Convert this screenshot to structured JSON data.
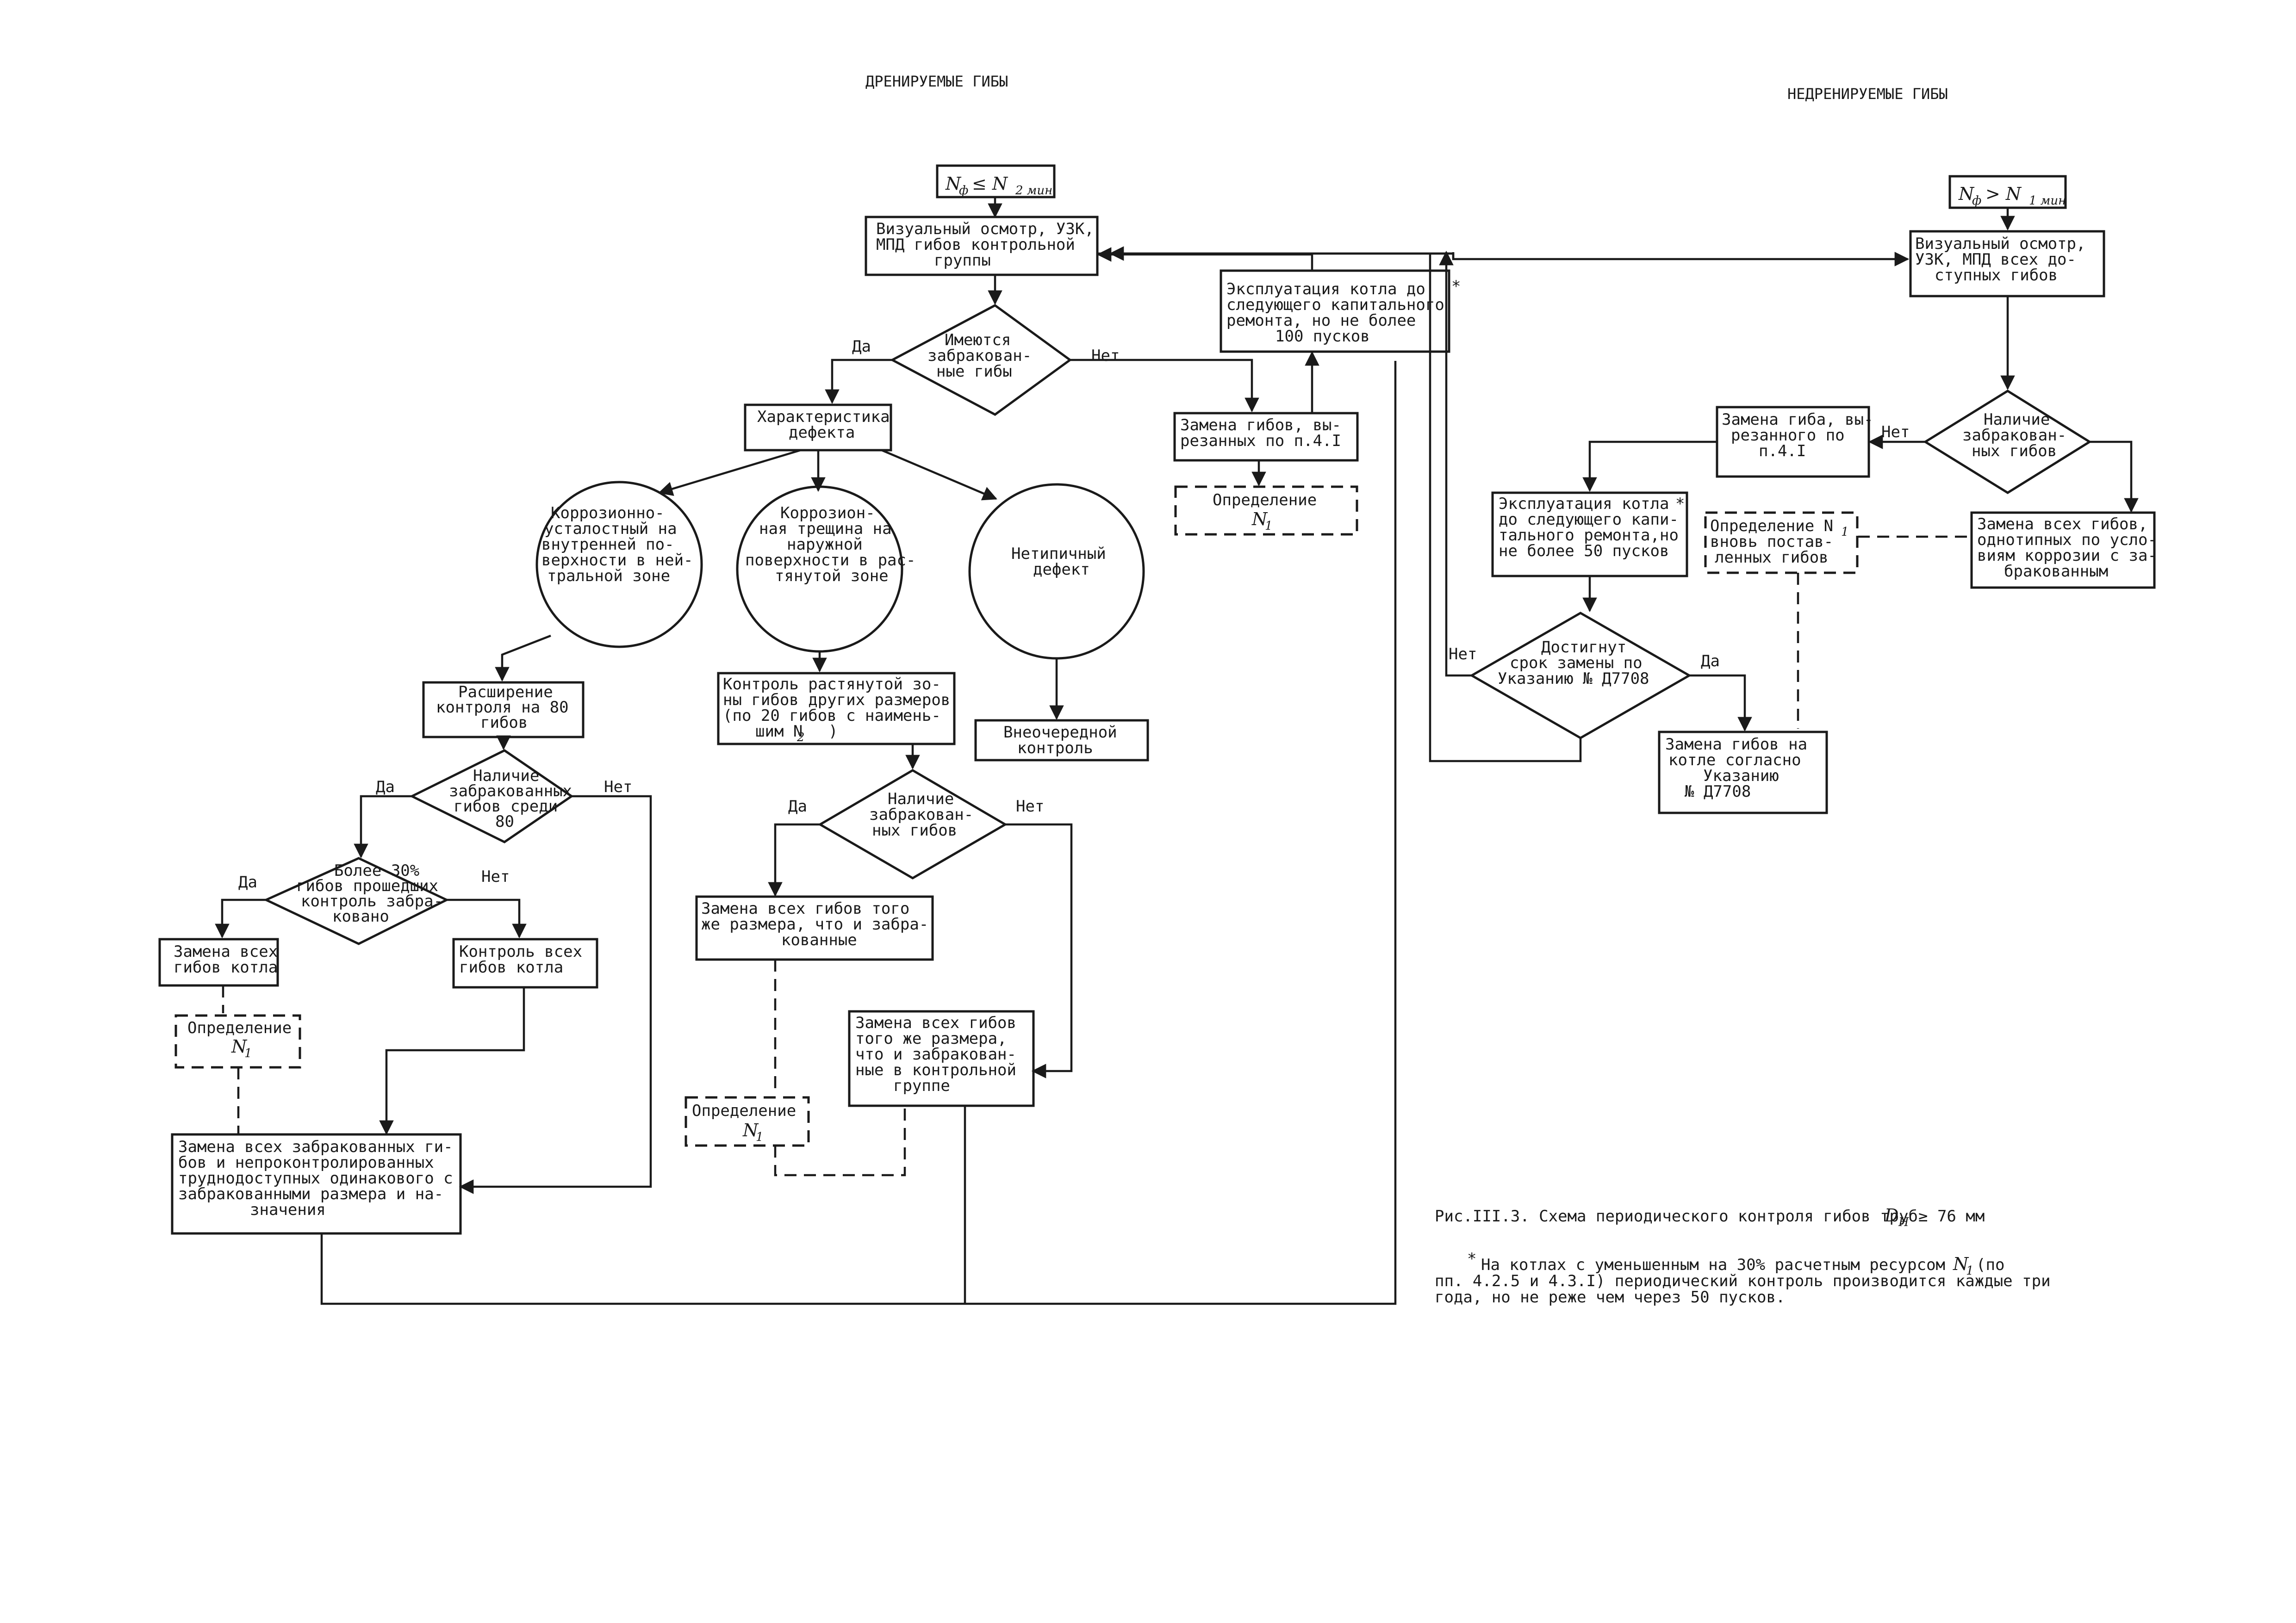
{
  "headings": {
    "left": "ДРЕНИРУЕМЫЕ ГИБЫ",
    "right": "НЕДРЕНИРУЕМЫЕ ГИБЫ"
  },
  "start_left": {
    "main": "N",
    "sub1": "ф",
    "op": "≤ N",
    "sub2": "2 мин"
  },
  "start_right": {
    "main": "N",
    "sub1": "ф",
    "op": "> N",
    "sub2": "1 мин"
  },
  "left": {
    "visual": [
      "Визуальный осмотр, УЗК,",
      "МПД гибов контрольной",
      "группы"
    ],
    "has_rejected": [
      "Имеются",
      "забракован-",
      "ные гибы"
    ],
    "defect": [
      "Характеристика",
      "дефекта"
    ],
    "circle1": [
      "Коррозионно-",
      "усталостный на",
      "внутренней по-",
      "верхности в ней-",
      "тральной зоне"
    ],
    "circle2": [
      "Коррозион-",
      "ная трещина на",
      "наружной",
      "поверхности в рас-",
      "тянутой зоне"
    ],
    "circle3": [
      "Нетипичный",
      "дефект"
    ],
    "expand": [
      "Расширение",
      "контроля на 80",
      "гибов"
    ],
    "decision80": [
      "Наличие",
      "забракованных",
      "гибов среди",
      "80"
    ],
    "more30": [
      "Более 30%",
      "гибов прошедших",
      "контроль забра-",
      "ковано"
    ],
    "replace_all_boiler": [
      "Замена всех",
      "гибов котла"
    ],
    "control_all_boiler": [
      "Контроль всех",
      "гибов котла"
    ],
    "replace_rejected": [
      "Замена всех забракованных ги-",
      "бов и непроконтролированных",
      "труднодоступных одинакового с",
      "забракованными размера и на-",
      "значения"
    ],
    "control_stretched": [
      "Контроль растянутой зо-",
      "ны гибов других размеров",
      "(по 20 гибов с наимень-",
      "шим N"
    ],
    "decision_mid": [
      "Наличие",
      "забракован-",
      "ных гибов"
    ],
    "replace_same_size": [
      "Замена всех гибов того",
      "же размера, что и забра-",
      "кованные"
    ],
    "replace_same_ctrl": [
      "Замена всех гибов",
      "того же размера,",
      "что и забракован-",
      "ные в контрольной",
      "группе"
    ],
    "extra_control": [
      "Внеочередной",
      "контроль"
    ],
    "define": "Определение",
    "exploitation": [
      "Эксплуатация котла до",
      "следующего капитального",
      "ремонта, но не более",
      "100 пусков"
    ],
    "replace_cut": [
      "Замена гибов, вы-",
      "резанных по п.4.I"
    ]
  },
  "right": {
    "visual": [
      "Визуальный осмотр,",
      "УЗК, МПД всех до-",
      "ступных гибов"
    ],
    "decision": [
      "Наличие",
      "забракован-",
      "ных гибов"
    ],
    "replace_cut": [
      "Замена гиба, вы-",
      "резанного по",
      "п.4.I"
    ],
    "exploitation": [
      "Эксплуатация котла",
      "до следующего капи-",
      "тального ремонта,но",
      "не более 50 пусков"
    ],
    "define_new": [
      "Определение N",
      "вновь постав-",
      "ленных гибов"
    ],
    "replace_similar": [
      "Замена всех гибов,",
      "однотипных по усло-",
      "виям коррозии с за-",
      "бракованным"
    ],
    "deadline": [
      "Достигнут",
      "срок замены по",
      "Указанию № Д7708"
    ],
    "replace_order": [
      "Замена гибов на",
      "котле согласно",
      "Указанию",
      "№ Д7708"
    ]
  },
  "labels": {
    "yes": "Да",
    "no": "Нет",
    "star": "*",
    "sub1": "1",
    "sub2": "2",
    "N": "N",
    "paren": ")"
  },
  "caption": {
    "title": "Рис.III.3. Схема периодического контроля гибов труб",
    "d": "D",
    "d_sub": "Н",
    "tail": "≥ 76 мм"
  },
  "footnote": {
    "l1a": "На котлах с уменьшенным на 30% расчетным ресурсом",
    "l1b": "(по",
    "l2": "пп. 4.2.5 и 4.3.I) периодический контроль производится каждые три",
    "l3": "года, но не реже чем через 50 пусков."
  }
}
